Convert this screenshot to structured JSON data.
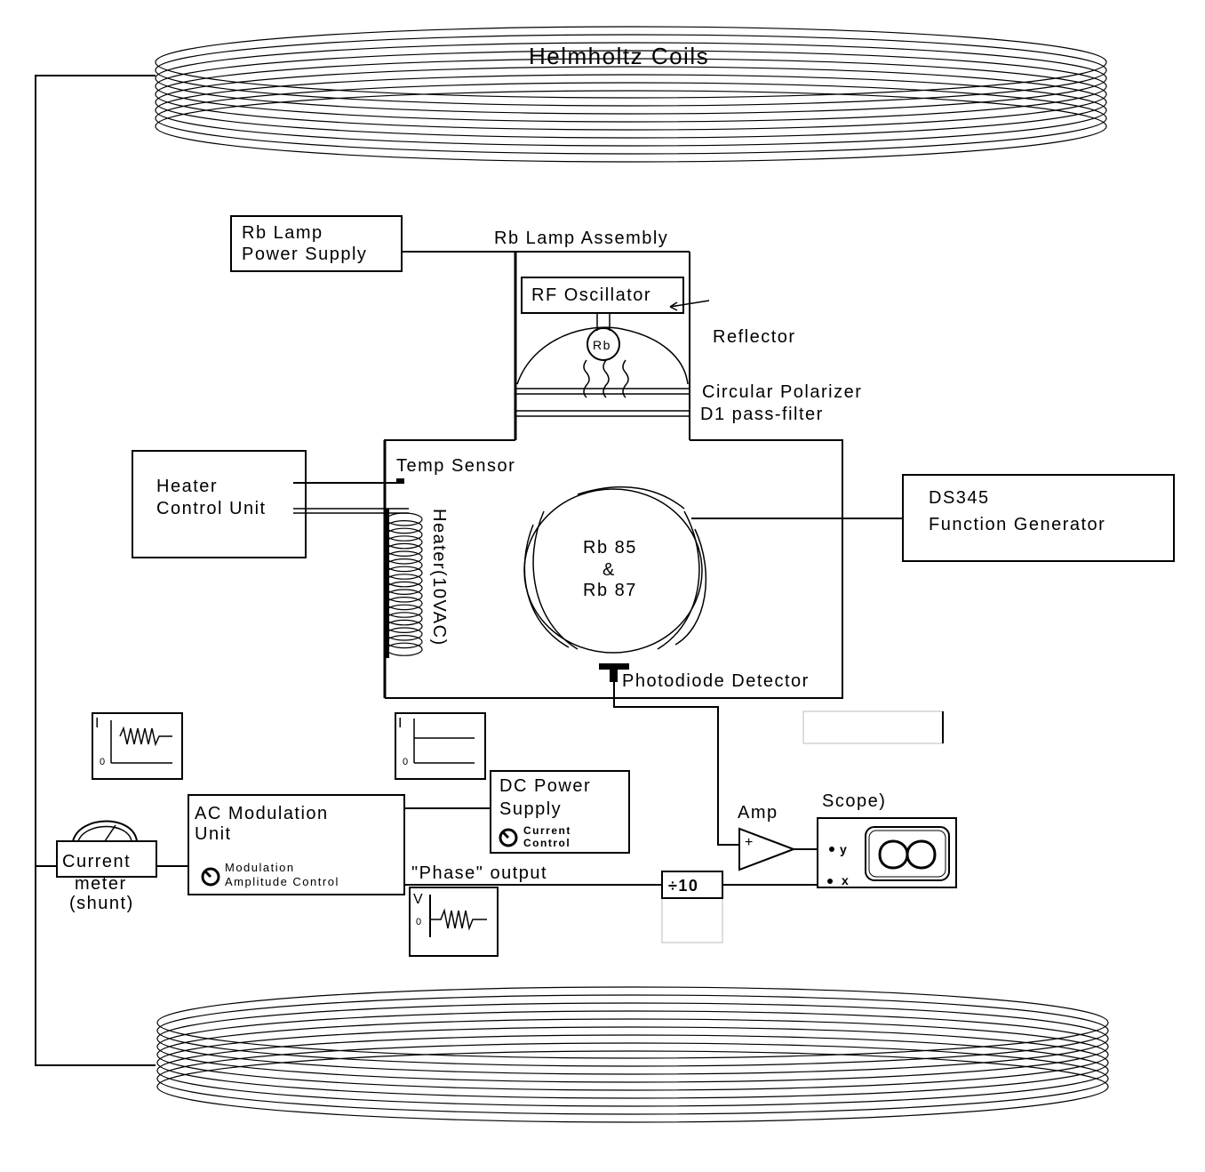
{
  "labels": {
    "helmholtz": "Helmholtz Coils",
    "rb_lamp_power_line1": "Rb Lamp",
    "rb_lamp_power_line2": "Power Supply",
    "rb_lamp_assembly": "Rb Lamp Assembly",
    "rf_oscillator": "RF Oscillator",
    "lamp_bulb": "Rb",
    "reflector": "Reflector",
    "circular_polarizer": "Circular Polarizer",
    "d1_filter": "D1 pass-filter",
    "heater_control_line1": "Heater",
    "heater_control_line2": "Control Unit",
    "temp_sensor": "Temp Sensor",
    "heater_vertical": "Heater(10VAC)",
    "cell_line1": "Rb 85",
    "cell_line2": "&",
    "cell_line3": "Rb 87",
    "function_gen_line1": "DS345",
    "function_gen_line2": "Function Generator",
    "photodiode": "Photodiode Detector",
    "dc_power_line1": "DC Power",
    "dc_power_line2": "Supply",
    "dc_knob_line1": "Current",
    "dc_knob_line2": "Control",
    "ac_mod_line1": "AC Modulation",
    "ac_mod_line2": "Unit",
    "ac_knob_line1": "Modulation",
    "ac_knob_line2": "Amplitude Control",
    "current_meter_line1": "Current",
    "current_meter_line2": "meter",
    "current_meter_line3": "(shunt)",
    "amp": "Amp",
    "amp_plus": "+",
    "scope": "Scope)",
    "scope_y": "y",
    "scope_x": "x",
    "phase_output": "\"Phase\" output",
    "divider": "÷10",
    "graph_i_1": "I",
    "graph_o_1": "0",
    "graph_i_2": "I",
    "graph_o_2": "0",
    "graph_v_3": "V",
    "graph_o_3": "0"
  }
}
